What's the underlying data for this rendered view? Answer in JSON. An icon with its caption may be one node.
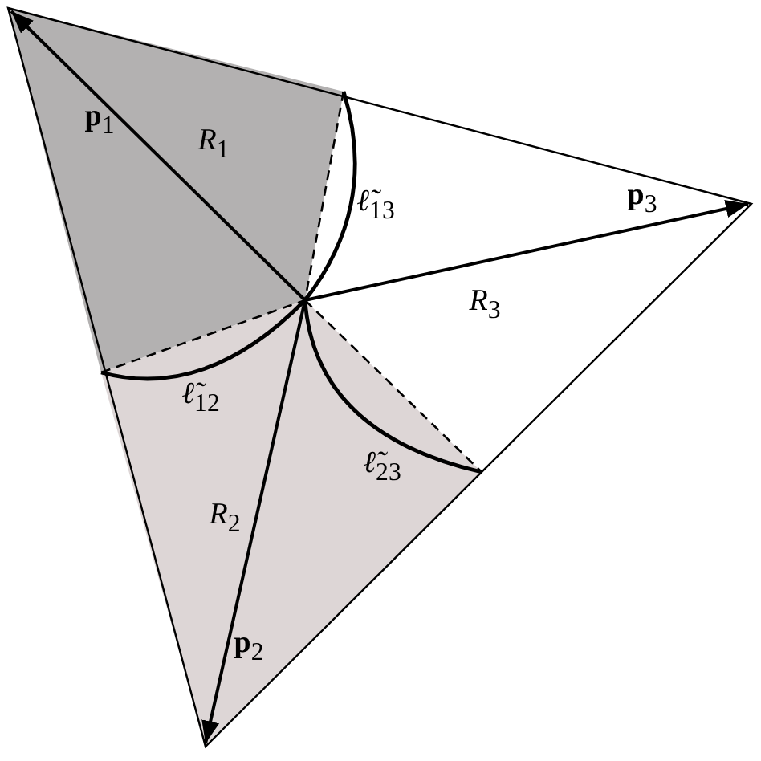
{
  "diagram": {
    "labels": [
      "**p**$_{1}$",
      "*R*$_{1}$",
      "*ℓ̃*$_{13}$",
      "**p**$_{3}$",
      "*R*$_{3}$",
      "*ℓ̃*$_{12}$",
      "*ℓ̃*$_{23}$",
      "*R*$_{2}$",
      "**p**$_{2}$"
    ]
  }
}
